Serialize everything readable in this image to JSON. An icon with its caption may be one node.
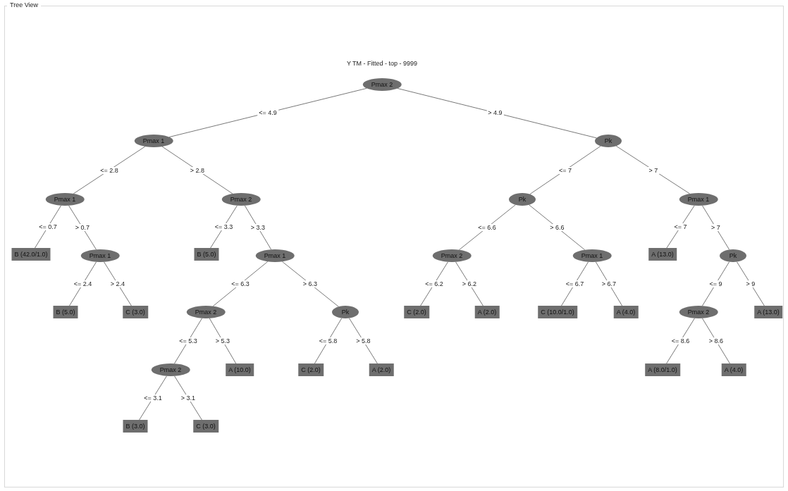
{
  "diagram": {
    "title": "Tree View",
    "nodes": [
      {
        "text": [
          "Pmax 2"
        ]
      },
      {
        "text": [
          "Pmax 1"
        ]
      },
      {
        "text": [
          "Pk"
        ]
      },
      {
        "text": [
          "Pmax 1"
        ]
      },
      {
        "text": [
          "Pmax 2"
        ]
      },
      {
        "text": [
          "Pk"
        ]
      },
      {
        "text": [
          "Pmax 1"
        ]
      },
      {
        "text": [
          "B (42.0/1.0)"
        ]
      },
      {
        "text": [
          "Pmax 1"
        ]
      },
      {
        "text": [
          "B (5.0)"
        ]
      },
      {
        "text": [
          "Pmax 1"
        ]
      },
      {
        "text": [
          "Pmax 2"
        ]
      },
      {
        "text": [
          "Pmax 1"
        ]
      },
      {
        "text": [
          "A (13.0)"
        ]
      },
      {
        "text": [
          "Pk"
        ]
      },
      {
        "text": [
          "B (5.0)"
        ]
      },
      {
        "text": [
          "C (3.0)"
        ]
      },
      {
        "text": [
          "Pmax 2"
        ]
      },
      {
        "text": [
          "Pk"
        ]
      },
      {
        "text": [
          "C (2.0)"
        ]
      },
      {
        "text": [
          "A (2.0)"
        ]
      },
      {
        "text": [
          "C (10.0/1.0)"
        ]
      },
      {
        "text": [
          "A (4.0)"
        ]
      },
      {
        "text": [
          "Pmax 2"
        ]
      },
      {
        "text": [
          "A (13.0)"
        ]
      },
      {
        "text": [
          "Pmax 2"
        ]
      },
      {
        "text": [
          "A (10.0)"
        ]
      },
      {
        "text": [
          "C (2.0)"
        ]
      },
      {
        "text": [
          "A (2.0)"
        ]
      },
      {
        "text": [
          "A (8.0/1.0)"
        ]
      },
      {
        "text": [
          "A (4.0)"
        ]
      },
      {
        "text": [
          "B (3.0)"
        ]
      },
      {
        "text": [
          "C (3.0)"
        ]
      }
    ],
    "edges": [
      {
        "from": 0,
        "to": 1,
        "arrow": "none",
        "label": "<= 4.9"
      },
      {
        "from": 0,
        "to": 2,
        "arrow": "none",
        "label": "> 4.9"
      },
      {
        "from": 1,
        "to": 3,
        "arrow": "none",
        "label": "<= 2.8"
      },
      {
        "from": 1,
        "to": 4,
        "arrow": "none",
        "label": "> 2.8"
      },
      {
        "from": 2,
        "to": 5,
        "arrow": "none",
        "label": "<= 7"
      },
      {
        "from": 2,
        "to": 6,
        "arrow": "none",
        "label": "> 7"
      },
      {
        "from": 3,
        "to": 7,
        "arrow": "none",
        "label": "<= 0.7"
      },
      {
        "from": 3,
        "to": 8,
        "arrow": "none",
        "label": "> 0.7"
      },
      {
        "from": 4,
        "to": 9,
        "arrow": "none",
        "label": "<= 3.3"
      },
      {
        "from": 4,
        "to": 10,
        "arrow": "none",
        "label": "> 3.3"
      },
      {
        "from": 5,
        "to": 11,
        "arrow": "none",
        "label": "<= 6.6"
      },
      {
        "from": 5,
        "to": 12,
        "arrow": "none",
        "label": "> 6.6"
      },
      {
        "from": 6,
        "to": 13,
        "arrow": "none",
        "label": "<= 7"
      },
      {
        "from": 6,
        "to": 14,
        "arrow": "none",
        "label": "> 7"
      },
      {
        "from": 8,
        "to": 15,
        "arrow": "none",
        "label": "<= 2.4"
      },
      {
        "from": 8,
        "to": 16,
        "arrow": "none",
        "label": "> 2.4"
      },
      {
        "from": 10,
        "to": 17,
        "arrow": "none",
        "label": "<= 6.3"
      },
      {
        "from": 10,
        "to": 18,
        "arrow": "none",
        "label": "> 6.3"
      },
      {
        "from": 11,
        "to": 19,
        "arrow": "none",
        "label": "<= 6.2"
      },
      {
        "from": 11,
        "to": 20,
        "arrow": "none",
        "label": "> 6.2"
      },
      {
        "from": 12,
        "to": 21,
        "arrow": "none",
        "label": "<= 6.7"
      },
      {
        "from": 12,
        "to": 22,
        "arrow": "none",
        "label": "> 6.7"
      },
      {
        "from": 14,
        "to": 23,
        "arrow": "none",
        "label": "<= 9"
      },
      {
        "from": 14,
        "to": 24,
        "arrow": "none",
        "label": "> 9"
      },
      {
        "from": 17,
        "to": 25,
        "arrow": "none",
        "label": "<= 5.3"
      },
      {
        "from": 17,
        "to": 26,
        "arrow": "none",
        "label": "> 5.3"
      },
      {
        "from": 18,
        "to": 27,
        "arrow": "none",
        "label": "<= 5.8"
      },
      {
        "from": 18,
        "to": 28,
        "arrow": "none",
        "label": "> 5.8"
      },
      {
        "from": 23,
        "to": 29,
        "arrow": "none",
        "label": "<= 8.6"
      },
      {
        "from": 23,
        "to": 30,
        "arrow": "none",
        "label": "> 8.6"
      },
      {
        "from": 25,
        "to": 31,
        "arrow": "none",
        "label": "<= 3.1"
      },
      {
        "from": 25,
        "to": 32,
        "arrow": "none",
        "label": "> 3.1"
      }
    ],
    "labels": [
      "Y TM - Fitted - top - 9999"
    ]
  }
}
